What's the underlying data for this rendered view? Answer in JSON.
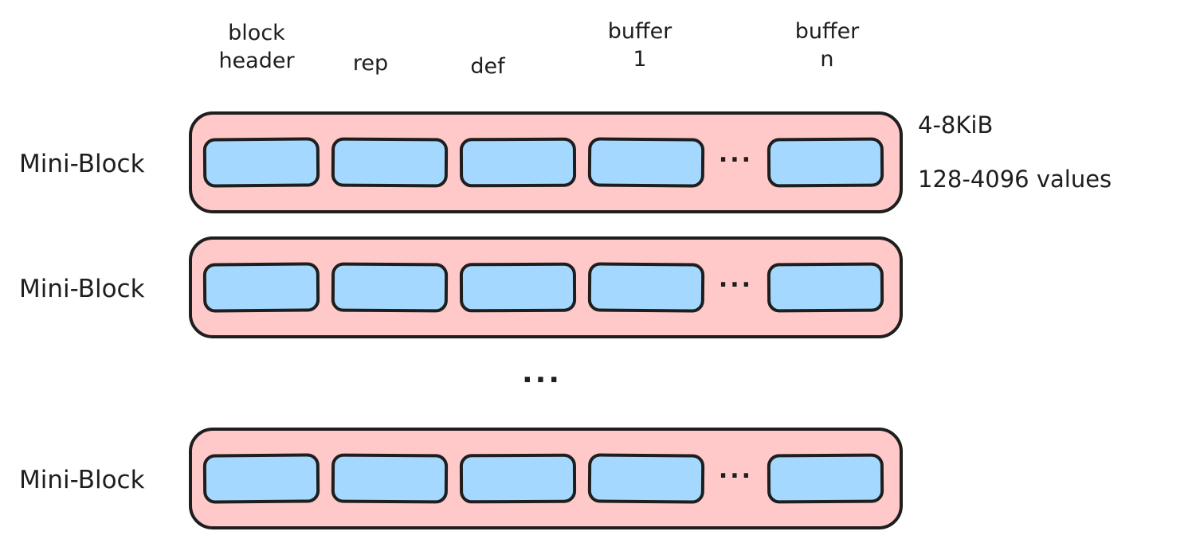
{
  "diagram": {
    "column_headers": [
      {
        "label": "block\nheader"
      },
      {
        "label": "rep"
      },
      {
        "label": "def"
      },
      {
        "label": "buffer\n1"
      },
      {
        "label": "buffer\nn"
      }
    ],
    "rows": [
      {
        "label": "Mini-Block"
      },
      {
        "label": "Mini-Block"
      },
      {
        "label": "Mini-Block"
      }
    ],
    "cell_ellipsis": "...",
    "row_ellipsis": "...",
    "annotations": {
      "size": "4-8KiB",
      "values": "128-4096 values"
    },
    "colors": {
      "block_fill": "#ffc9c9",
      "buffer_fill": "#a5d8ff",
      "stroke": "#1e1e1e"
    }
  }
}
